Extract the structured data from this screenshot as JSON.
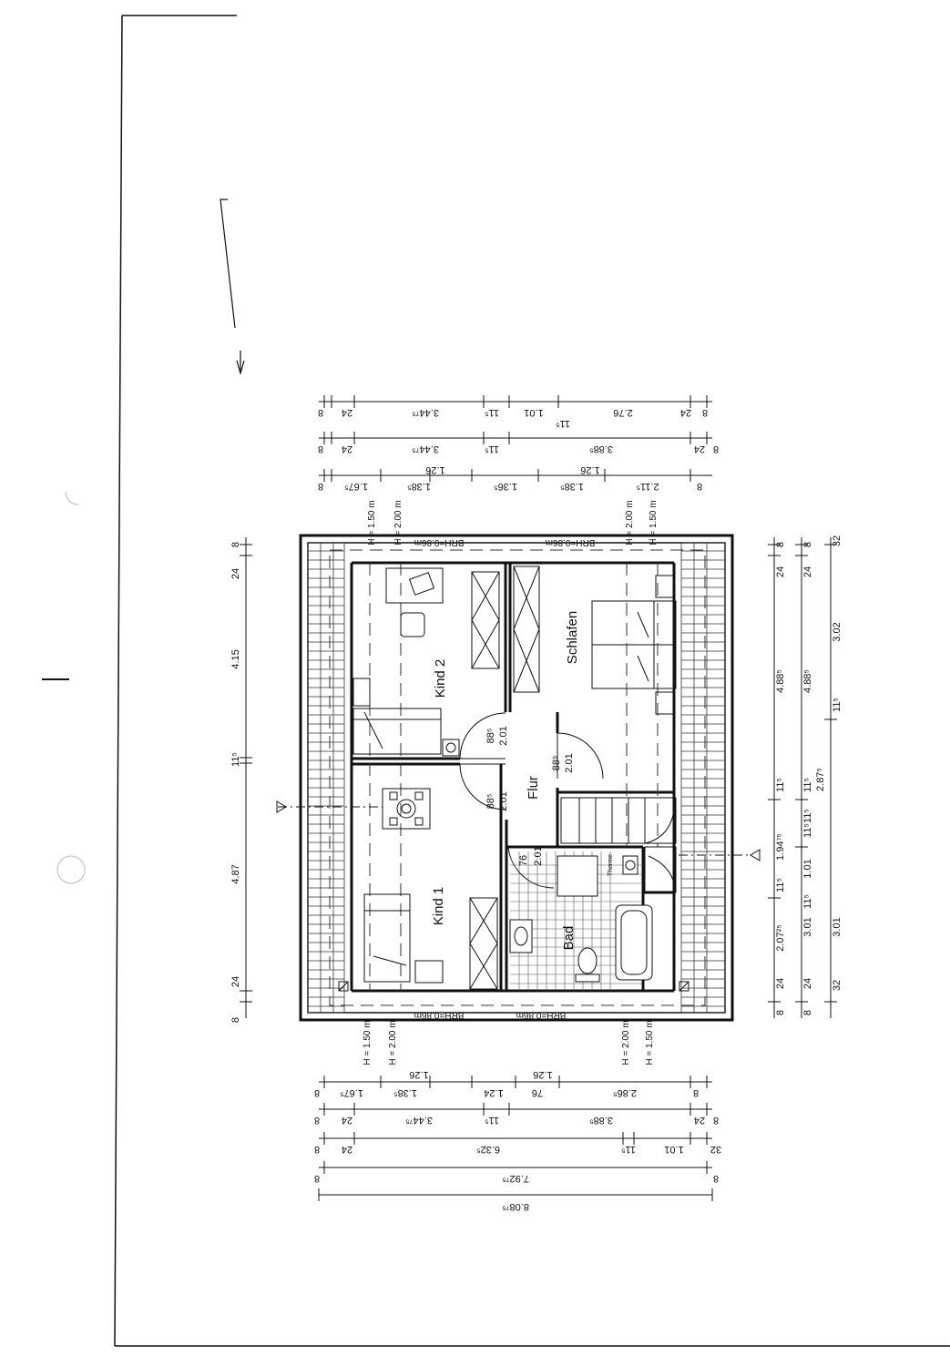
{
  "rooms": {
    "kind2": "Kind 2",
    "kind1": "Kind 1",
    "schlafen": "Schlafen",
    "flur": "Flur",
    "bad": "Bad",
    "therme": "Therme"
  },
  "door_labels": {
    "kind2_width": "88⁵",
    "kind2_height": "2.01",
    "kind1_width": "88⁵",
    "kind1_height": "2.01",
    "schlafen_width": "88⁵",
    "schlafen_height": "2.01",
    "bad_width": "76",
    "bad_height": "2.01"
  },
  "window_notes": {
    "brh_top_left": "BRH=0.86m",
    "brh_top_right": "BRH=0.86m",
    "brh_bottom_left": "BRH=0.86m",
    "brh_bottom_right": "BRH=0.86m",
    "h150_top_left": "H = 1.50 m",
    "h200_top_left": "H = 2.00 m",
    "h200_top_right": "H = 2.00 m",
    "h150_top_right": "H = 1.50 m",
    "h150_bottom_left": "H = 1.50 m",
    "h200_bottom_left": "H = 2.00 m",
    "h200_bottom_right": "H = 2.00 m",
    "h150_bottom_right": "H = 1.50 m"
  },
  "dimensions_top": {
    "row1": [
      "8",
      "24",
      "3.44⁷⁵",
      "11⁵",
      "1.01",
      "2.76",
      "8",
      "24"
    ],
    "row1_extra": "11⁵",
    "row2": [
      "8",
      "24",
      "3.44⁷⁵",
      "11⁵",
      "3.88⁵",
      "24",
      "8"
    ],
    "row3": [
      "8",
      "1.67⁵",
      "1.38⁵",
      "1.36⁵",
      "1.38⁵",
      "2.11⁵",
      "8"
    ],
    "row3_extra": [
      "1.26",
      "1.26"
    ]
  },
  "dimensions_bottom": {
    "row1": [
      "8",
      "1.67⁵",
      "1.38⁵",
      "1.24",
      "76",
      "2.86⁵",
      "8"
    ],
    "row1_extra": [
      "1.26",
      "1.26"
    ],
    "row2": [
      "8",
      "24",
      "3.44⁷⁵",
      "11⁵",
      "3.88⁵",
      "24",
      "8"
    ],
    "row3": [
      "8",
      "24",
      "6.32⁵",
      "11⁵",
      "1.01",
      "32"
    ],
    "row4": [
      "8",
      "7.92⁷⁵",
      "8"
    ],
    "row5": [
      "8.08⁷⁵"
    ]
  },
  "dimensions_left": [
    "8",
    "24",
    "4.15",
    "11⁵",
    "4.87",
    "24",
    "8"
  ],
  "dimensions_right": {
    "row1": [
      "8",
      "24",
      "4.88⁵",
      "11⁵",
      "1.94⁷⁵",
      "11⁵",
      "2.07²⁵",
      "24",
      "8"
    ],
    "row2": [
      "8",
      "24",
      "4.88⁵",
      "11⁵",
      "11⁵",
      "2.87⁵",
      "3.01",
      "24",
      "8"
    ],
    "row2_extra": [
      "11⁵",
      "1.01",
      "11⁵"
    ],
    "row3": [
      "32",
      "3.02",
      "3.01",
      "32"
    ],
    "row3_extra": "11⁵"
  }
}
